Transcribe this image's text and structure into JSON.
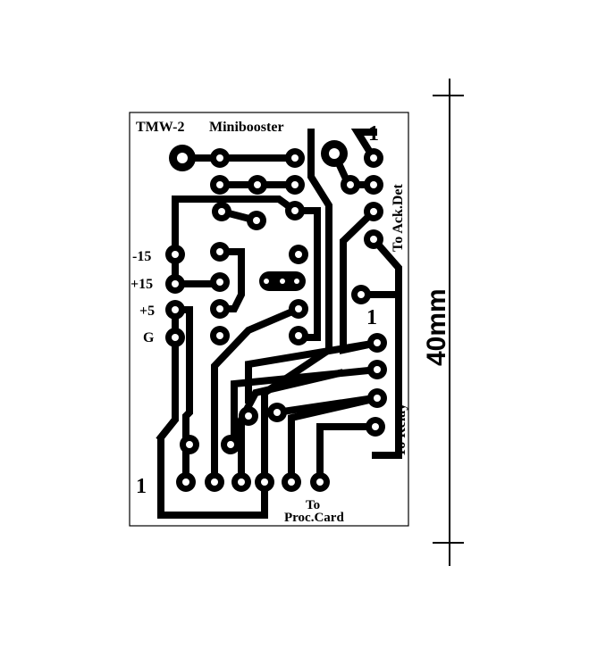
{
  "board": {
    "title": "TMW-2",
    "subtitle": "Minibooster",
    "pin1_marks": [
      "1",
      "1",
      "1"
    ],
    "power_labels": [
      "-15",
      "+15",
      "+5",
      "G"
    ],
    "connector_ack": "To  Ack.Det",
    "connector_relay": "To  Relay",
    "connector_proc_line1": "To",
    "connector_proc_line2": "Proc.Card"
  },
  "dimension": {
    "label": "40mm"
  },
  "colors": {
    "copper": "#000000",
    "background": "#ffffff",
    "pad_hole": "#ffffff"
  }
}
